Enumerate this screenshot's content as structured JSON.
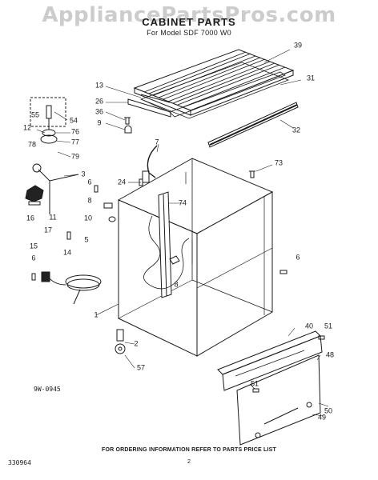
{
  "watermark": "AppliancePartsPros.com",
  "title": "CABINET PARTS",
  "subtitle": "For Model SDF 7000 W0",
  "drawing_code": "9W-0945",
  "doc_number": "330964",
  "footer": "FOR ORDERING INFORMATION REFER TO PARTS PRICE LIST",
  "page_number": "2",
  "part_labels": [
    "39",
    "31",
    "13",
    "26",
    "36",
    "9",
    "32",
    "7",
    "73",
    "24",
    "55",
    "54",
    "12",
    "76",
    "77",
    "78",
    "79",
    "3",
    "6",
    "8",
    "74",
    "10",
    "16",
    "17",
    "11",
    "5",
    "15",
    "6",
    "14",
    "8",
    "6",
    "1",
    "2",
    "57",
    "40",
    "51",
    "48",
    "51",
    "50",
    "49"
  ]
}
